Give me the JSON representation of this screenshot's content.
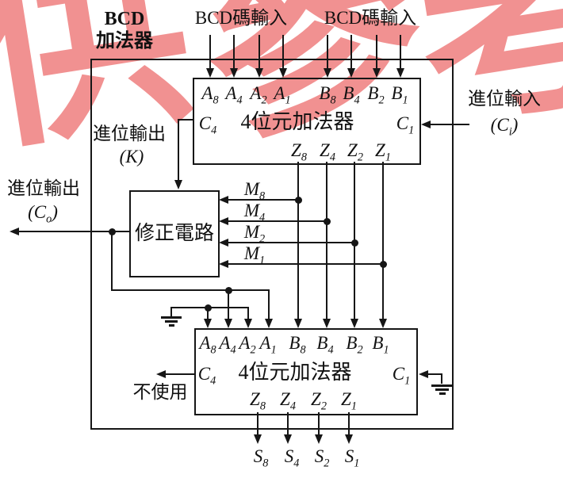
{
  "watermark": {
    "color": "#ee7a7a",
    "chars": [
      "供",
      "參",
      "考"
    ]
  },
  "corner_title": {
    "line1": "BCD",
    "line2": "加法器"
  },
  "top_inputs": {
    "bcd_label_left": "BCD碼輸入",
    "bcd_label_right": "BCD碼輸入"
  },
  "carry_in": {
    "label": "進位輸入",
    "symbol": {
      "pre": "(",
      "b": "C",
      "s": "i",
      "post": ")"
    }
  },
  "carry_out_k": {
    "label": "進位輸出",
    "symbol": {
      "pre": "(",
      "b": "K",
      "s": "",
      "post": ")"
    }
  },
  "carry_out_co": {
    "label": "進位輸出",
    "symbol": {
      "pre": "(",
      "b": "C",
      "s": "o",
      "post": ")"
    }
  },
  "adder1": {
    "name": "4位元加法器",
    "a_pins": [
      {
        "b": "A",
        "s": "8"
      },
      {
        "b": "A",
        "s": "4"
      },
      {
        "b": "A",
        "s": "2"
      },
      {
        "b": "A",
        "s": "1"
      }
    ],
    "b_pins": [
      {
        "b": "B",
        "s": "8"
      },
      {
        "b": "B",
        "s": "4"
      },
      {
        "b": "B",
        "s": "2"
      },
      {
        "b": "B",
        "s": "1"
      }
    ],
    "c4": {
      "b": "C",
      "s": "4"
    },
    "c1": {
      "b": "C",
      "s": "1"
    },
    "z_pins": [
      {
        "b": "Z",
        "s": "8"
      },
      {
        "b": "Z",
        "s": "4"
      },
      {
        "b": "Z",
        "s": "2"
      },
      {
        "b": "Z",
        "s": "1"
      }
    ]
  },
  "correction": {
    "label": "修正電路",
    "m_pins": [
      {
        "b": "M",
        "s": "8"
      },
      {
        "b": "M",
        "s": "4"
      },
      {
        "b": "M",
        "s": "2"
      },
      {
        "b": "M",
        "s": "1"
      }
    ]
  },
  "adder2": {
    "name": "4位元加法器",
    "a_pins": [
      {
        "b": "A",
        "s": "8"
      },
      {
        "b": "A",
        "s": "4"
      },
      {
        "b": "A",
        "s": "2"
      },
      {
        "b": "A",
        "s": "1"
      }
    ],
    "b_pins": [
      {
        "b": "B",
        "s": "8"
      },
      {
        "b": "B",
        "s": "4"
      },
      {
        "b": "B",
        "s": "2"
      },
      {
        "b": "B",
        "s": "1"
      }
    ],
    "c4": {
      "b": "C",
      "s": "4"
    },
    "c1": {
      "b": "C",
      "s": "1"
    },
    "z_pins": [
      {
        "b": "Z",
        "s": "8"
      },
      {
        "b": "Z",
        "s": "4"
      },
      {
        "b": "Z",
        "s": "2"
      },
      {
        "b": "Z",
        "s": "1"
      }
    ],
    "not_used": "不使用"
  },
  "s_outputs": [
    {
      "b": "S",
      "s": "8"
    },
    {
      "b": "S",
      "s": "4"
    },
    {
      "b": "S",
      "s": "2"
    },
    {
      "b": "S",
      "s": "1"
    }
  ]
}
